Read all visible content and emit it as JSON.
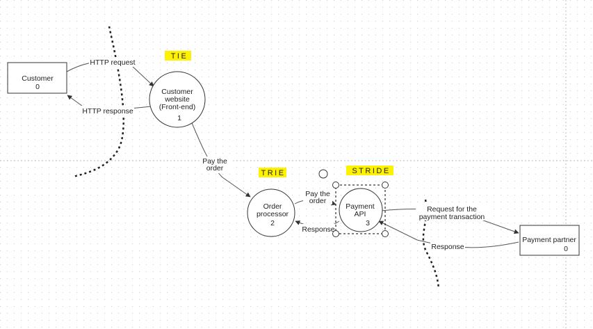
{
  "colors": {
    "background": "#ffffff",
    "grid_dot": "#c9c9c9",
    "stroke": "#333333",
    "edge": "#555555",
    "highlight": "#fff200",
    "selection": "#000000"
  },
  "nodes": {
    "customer": {
      "name": "Customer",
      "id": "0"
    },
    "website": {
      "line1": "Customer",
      "line2": "website",
      "line3": "(Front-end)",
      "id": "1"
    },
    "order_processor": {
      "line1": "Order",
      "line2": "processor",
      "id": "2"
    },
    "payment_api": {
      "line1": "Payment",
      "line2": "API",
      "id": "3"
    },
    "payment_partner": {
      "name": "Payment partner",
      "id": "0"
    }
  },
  "edges": {
    "http_request": "HTTP request",
    "http_response": "HTTP response",
    "pay_order_1": {
      "line1": "Pay the",
      "line2": "order"
    },
    "pay_order_2": {
      "line1": "Pay the",
      "line2": "order"
    },
    "response_op": "Response",
    "request_payment": {
      "line1": "Request for the",
      "line2": "payment transaction"
    },
    "response_partner": "Response"
  },
  "threat_tags": {
    "website": "TIE",
    "order_processor": "TRIE",
    "payment_api": "STRIDE"
  },
  "selection": {
    "selected_node": "payment_api"
  }
}
